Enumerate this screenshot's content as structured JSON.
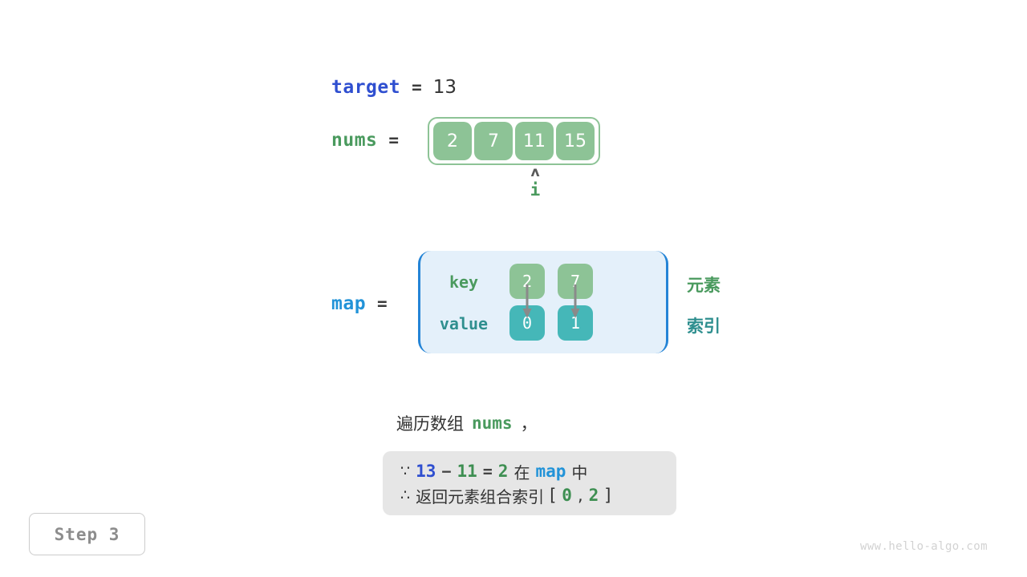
{
  "target": {
    "name": "target",
    "equals": "=",
    "value": "13"
  },
  "nums": {
    "name": "nums",
    "equals": "=",
    "cells": [
      "2",
      "7",
      "11",
      "15"
    ],
    "pointer": {
      "caret": "ʌ",
      "label": "i",
      "index": 2
    }
  },
  "map": {
    "name": "map",
    "equals": "=",
    "row_labels": {
      "key": "key",
      "value": "value"
    },
    "keys": [
      "2",
      "7"
    ],
    "values": [
      "0",
      "1"
    ],
    "side_labels": {
      "key_side": "元素",
      "value_side": "索引"
    }
  },
  "caption": {
    "text": "遍历数组",
    "code": "nums",
    "comma": "，"
  },
  "result": {
    "line1": {
      "symbol": "∵",
      "a": "13",
      "minus": "−",
      "b": "11",
      "eq": "=",
      "c": "2",
      "cn_in": "在",
      "map": "map",
      "cn_mid": "中"
    },
    "line2": {
      "symbol": "∴",
      "cn": "返回元素组合索引",
      "open": "[",
      "i1": "0",
      "comma": ",",
      "i2": "2",
      "close": "]"
    }
  },
  "step": {
    "label": "Step 3"
  },
  "watermark": {
    "text": "www.hello-algo.com"
  },
  "colors": {
    "green": "#8dc396",
    "teal": "#45b7b8",
    "blue_target": "#2f4fd0",
    "blue_map": "#2293d8",
    "green_text": "#4a9a5e",
    "teal_text": "#2f8f8f",
    "map_bg": "#e4f0fa",
    "map_border": "#2484d6",
    "result_bg": "#e6e6e6"
  }
}
